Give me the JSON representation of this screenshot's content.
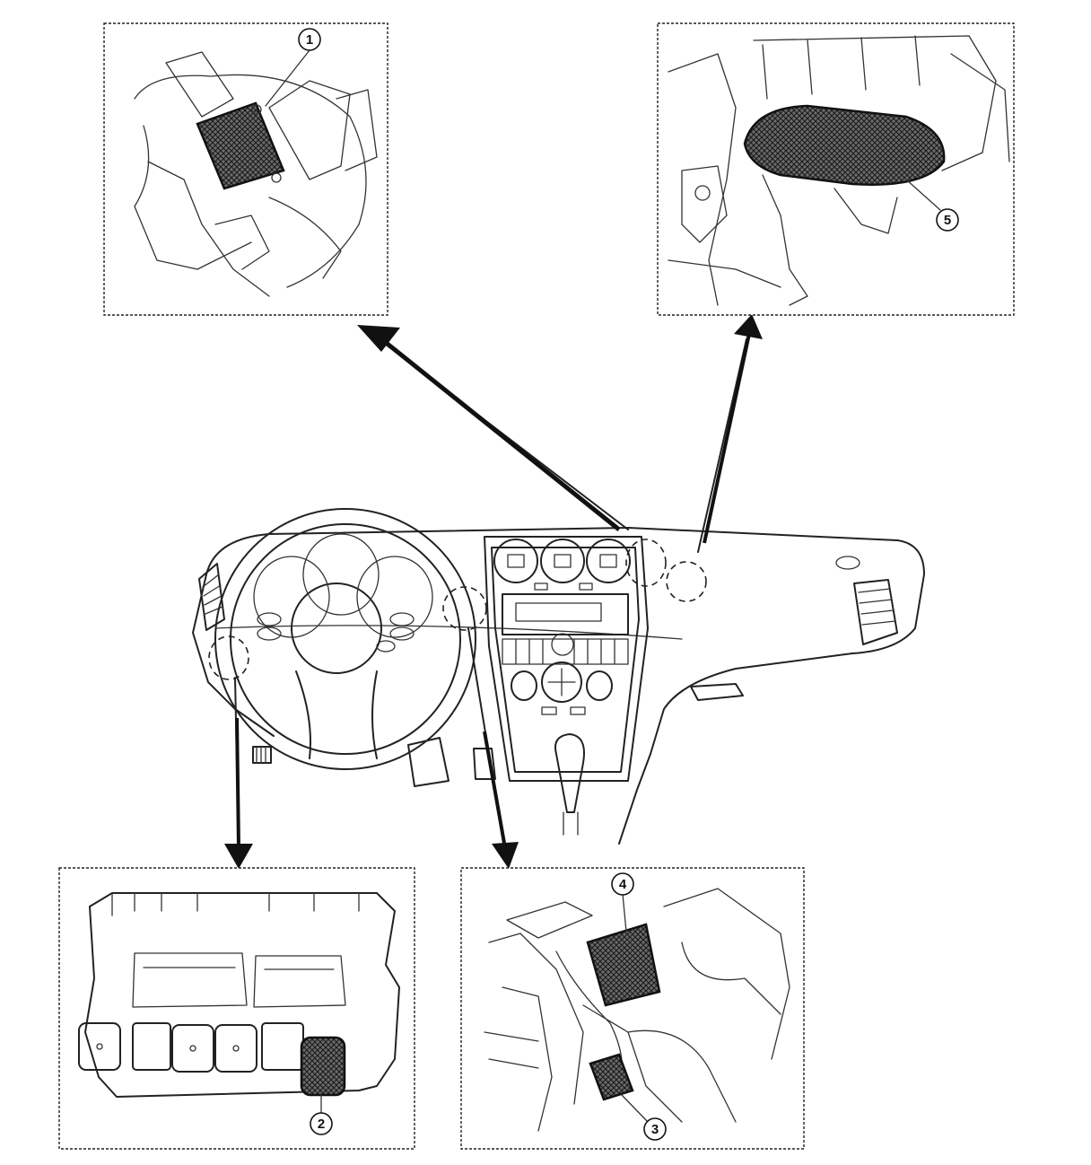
{
  "callouts": [
    {
      "id": "1",
      "label": "1"
    },
    {
      "id": "2",
      "label": "2"
    },
    {
      "id": "3",
      "label": "3"
    },
    {
      "id": "4",
      "label": "4"
    },
    {
      "id": "5",
      "label": "5"
    }
  ],
  "colors": {
    "line": "#222222",
    "component_fill": "#4a4a4a",
    "background": "#ffffff"
  }
}
